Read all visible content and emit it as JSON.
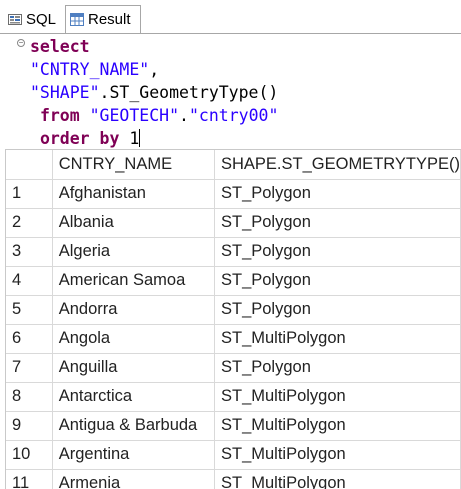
{
  "tabs": [
    {
      "label": "SQL",
      "icon": "sql-icon"
    },
    {
      "label": "Result",
      "icon": "result-grid-icon"
    }
  ],
  "editor": {
    "lines": [
      [
        {
          "t": "select",
          "c": "kw"
        }
      ],
      [
        {
          "t": "\"CNTRY_NAME\"",
          "c": "str"
        },
        {
          "t": ",",
          "c": "plain"
        }
      ],
      [
        {
          "t": "\"SHAPE\"",
          "c": "str"
        },
        {
          "t": ".ST_GeometryType()",
          "c": "plain"
        }
      ],
      [
        {
          "t": " ",
          "c": "plain"
        },
        {
          "t": "from",
          "c": "kw"
        },
        {
          "t": " ",
          "c": "plain"
        },
        {
          "t": "\"GEOTECH\"",
          "c": "str"
        },
        {
          "t": ".",
          "c": "plain"
        },
        {
          "t": "\"cntry00\"",
          "c": "str"
        }
      ],
      [
        {
          "t": " ",
          "c": "plain"
        },
        {
          "t": "order by",
          "c": "kw"
        },
        {
          "t": " 1",
          "c": "plain"
        }
      ]
    ]
  },
  "grid": {
    "columns": [
      "",
      "CNTRY_NAME",
      "SHAPE.ST_GEOMETRYTYPE()"
    ],
    "rows": [
      [
        "1",
        "Afghanistan",
        "ST_Polygon"
      ],
      [
        "2",
        "Albania",
        "ST_Polygon"
      ],
      [
        "3",
        "Algeria",
        "ST_Polygon"
      ],
      [
        "4",
        "American Samoa",
        "ST_Polygon"
      ],
      [
        "5",
        "Andorra",
        "ST_Polygon"
      ],
      [
        "6",
        "Angola",
        "ST_MultiPolygon"
      ],
      [
        "7",
        "Anguilla",
        "ST_Polygon"
      ],
      [
        "8",
        "Antarctica",
        "ST_MultiPolygon"
      ],
      [
        "9",
        "Antigua & Barbuda",
        "ST_MultiPolygon"
      ],
      [
        "10",
        "Argentina",
        "ST_MultiPolygon"
      ],
      [
        "11",
        "Armenia",
        "ST_MultiPolygon"
      ]
    ]
  }
}
